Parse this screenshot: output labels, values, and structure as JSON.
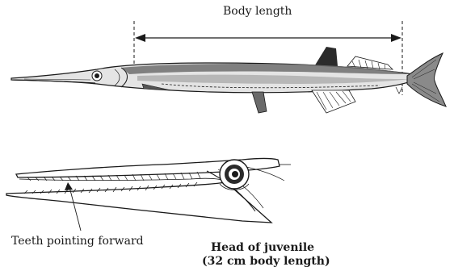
{
  "labels": {
    "body_length": "Body length",
    "teeth": "Teeth pointing forward",
    "head_caption_line1": "Head of juvenile",
    "head_caption_line2": "(32 cm body length)"
  },
  "colors": {
    "ink": "#1a1a1a",
    "background": "#ffffff",
    "shading": "#8a8a8a"
  }
}
